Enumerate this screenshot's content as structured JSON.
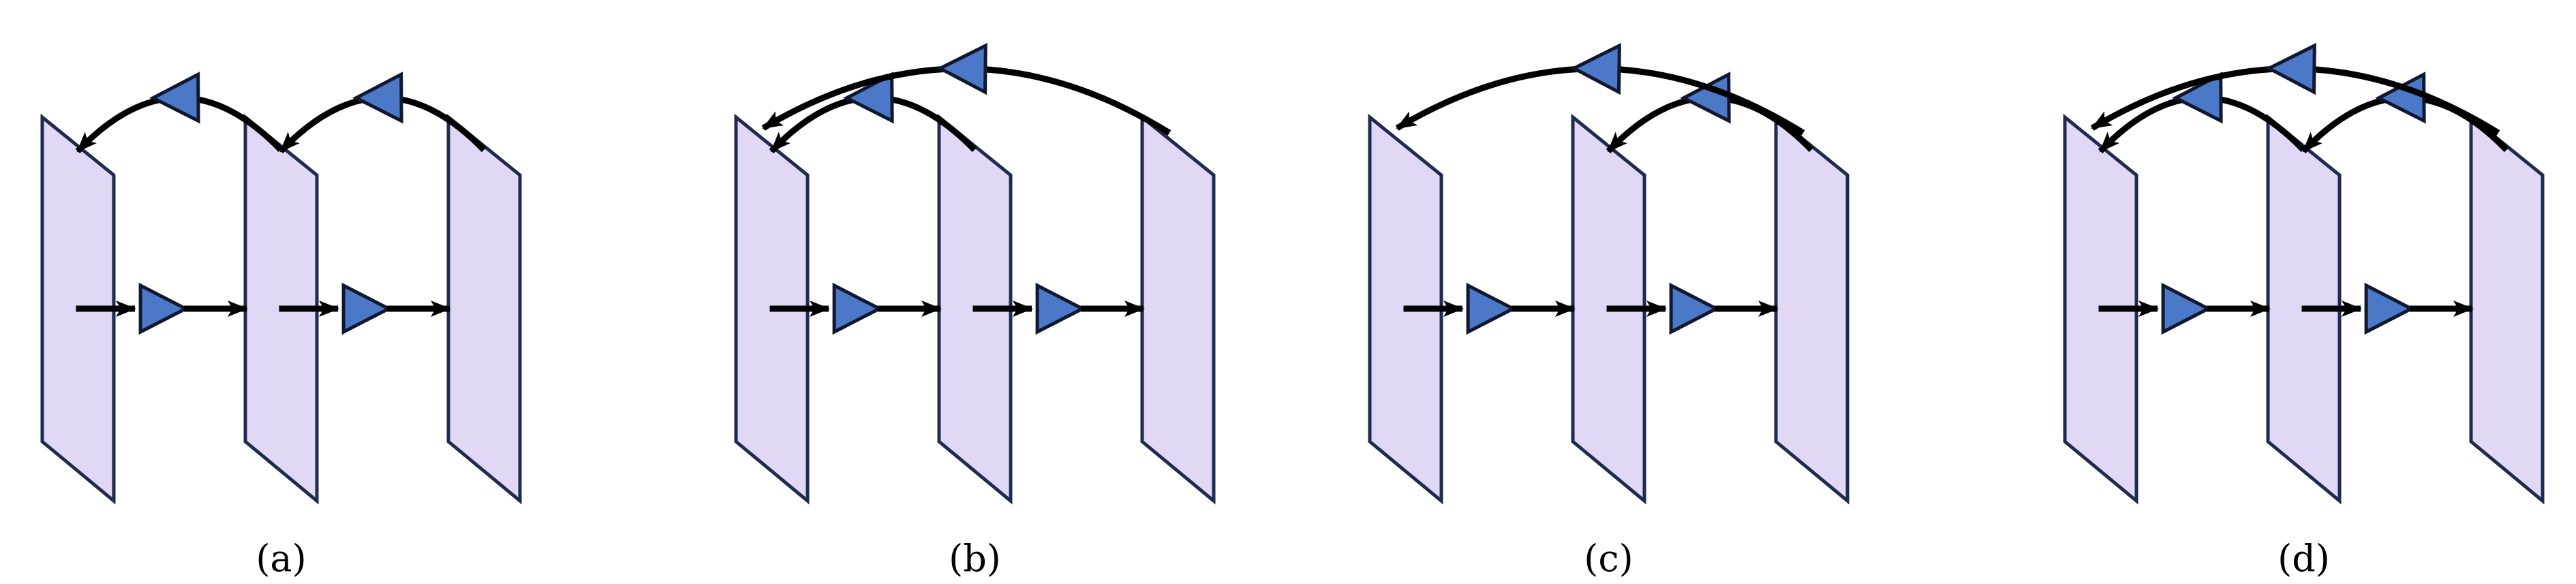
{
  "colors": {
    "layer_fill": "#E1D8F5",
    "layer_stroke": "#1F2A4E",
    "triangle_fill": "#4B79C8",
    "triangle_stroke": "#10172E",
    "arrow": "#000000"
  },
  "panels": [
    {
      "id": "a",
      "caption": "(a)",
      "skips": [
        [
          0,
          1
        ],
        [
          1,
          2
        ]
      ]
    },
    {
      "id": "b",
      "caption": "(b)",
      "skips": [
        [
          0,
          1
        ],
        [
          0,
          2
        ]
      ]
    },
    {
      "id": "c",
      "caption": "(c)",
      "skips": [
        [
          1,
          2
        ],
        [
          0,
          2
        ]
      ]
    },
    {
      "id": "d",
      "caption": "(d)",
      "skips": [
        [
          0,
          1
        ],
        [
          1,
          2
        ],
        [
          0,
          2
        ]
      ]
    }
  ]
}
